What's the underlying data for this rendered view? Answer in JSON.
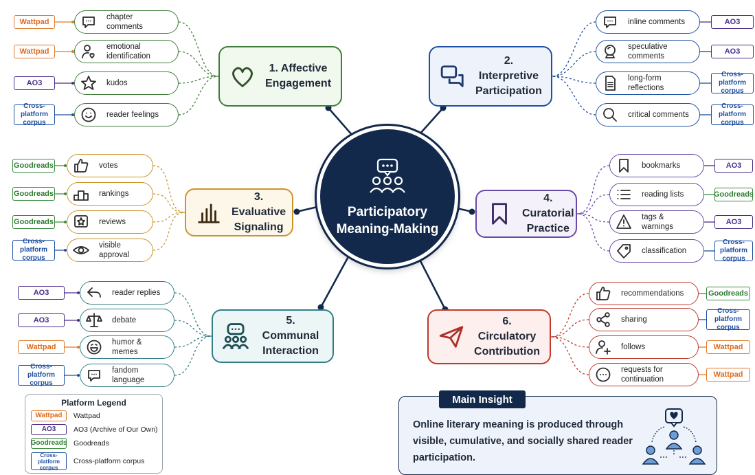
{
  "hub": {
    "title_line1": "Participatory",
    "title_line2": "Meaning-Making",
    "icon": "speech-bubble-people-icon"
  },
  "categories": [
    {
      "id": "c1",
      "line1": "1. Affective",
      "line2": "Engagement",
      "color": "#3f7d3a",
      "bg": "#f1f8ee",
      "icon": "heart-icon"
    },
    {
      "id": "c2",
      "line1": "2. Interpretive",
      "line2": "Participation",
      "color": "#1e4fa0",
      "bg": "#eef3fb",
      "icon": "chat-bubbles-icon"
    },
    {
      "id": "c3",
      "line1": "3. Evaluative",
      "line2": "Signaling",
      "color": "#c9952b",
      "bg": "#fdf7ea",
      "icon": "bar-chart-icon"
    },
    {
      "id": "c4",
      "line1": "4. Curatorial",
      "line2": "Practice",
      "color": "#6a4aa8",
      "bg": "#f5f1fb",
      "icon": "bookmark-icon"
    },
    {
      "id": "c5",
      "line1": "5. Communal",
      "line2": "Interaction",
      "color": "#2f7f86",
      "bg": "#edf6f6",
      "icon": "group-chat-icon"
    },
    {
      "id": "c6",
      "line1": "6. Circulatory",
      "line2": "Contribution",
      "color": "#c0392b",
      "bg": "#fcefee",
      "icon": "paper-plane-icon"
    }
  ],
  "items": {
    "c1": [
      {
        "label": "chapter comments",
        "icon": "comment-icon",
        "platform": "Wattpad"
      },
      {
        "label": "emotional identification",
        "icon": "person-heart-icon",
        "platform": "Wattpad"
      },
      {
        "label": "kudos",
        "icon": "star-icon",
        "platform": "AO3"
      },
      {
        "label": "reader feelings",
        "icon": "smile-icon",
        "platform": "Cross-platform corpus"
      }
    ],
    "c2": [
      {
        "label": "inline comments",
        "icon": "comment-icon",
        "platform": "AO3"
      },
      {
        "label": "speculative comments",
        "icon": "crystal-ball-icon",
        "platform": "AO3"
      },
      {
        "label": "long-form reflections",
        "icon": "document-icon",
        "platform": "Cross-platform corpus"
      },
      {
        "label": "critical comments",
        "icon": "magnifier-icon",
        "platform": "Cross-platform corpus"
      }
    ],
    "c3": [
      {
        "label": "votes",
        "icon": "thumbs-up-icon",
        "platform": "Goodreads"
      },
      {
        "label": "rankings",
        "icon": "podium-icon",
        "platform": "Goodreads"
      },
      {
        "label": "reviews",
        "icon": "review-star-icon",
        "platform": "Goodreads"
      },
      {
        "label": "visible approval",
        "icon": "eye-icon",
        "platform": "Cross-platform corpus"
      }
    ],
    "c4": [
      {
        "label": "bookmarks",
        "icon": "bookmark-icon",
        "platform": "AO3"
      },
      {
        "label": "reading lists",
        "icon": "list-icon",
        "platform": "Goodreads"
      },
      {
        "label": "tags & warnings",
        "icon": "warning-icon",
        "platform": "AO3"
      },
      {
        "label": "classification",
        "icon": "tag-icon",
        "platform": "Cross-platform corpus"
      }
    ],
    "c5": [
      {
        "label": "reader replies",
        "icon": "reply-arrow-icon",
        "platform": "AO3"
      },
      {
        "label": "debate",
        "icon": "scales-icon",
        "platform": "AO3"
      },
      {
        "label": "humor & memes",
        "icon": "laugh-icon",
        "platform": "Wattpad"
      },
      {
        "label": "fandom language",
        "icon": "comment-icon",
        "platform": "Cross-platform corpus"
      }
    ],
    "c6": [
      {
        "label": "recommendations",
        "icon": "thumbs-up-icon",
        "platform": "Goodreads"
      },
      {
        "label": "sharing",
        "icon": "share-icon",
        "platform": "Cross-platform corpus"
      },
      {
        "label": "follows",
        "icon": "add-person-icon",
        "platform": "Wattpad"
      },
      {
        "label": "requests for continuation",
        "icon": "more-icon",
        "platform": "Wattpad"
      }
    ]
  },
  "legend": {
    "title": "Platform Legend",
    "rows": [
      {
        "badge": "Wattpad",
        "text": "Wattpad"
      },
      {
        "badge": "AO3",
        "text": "AO3 (Archive of Our Own)"
      },
      {
        "badge": "Goodreads",
        "text": "Goodreads"
      },
      {
        "badge": "Cross-platform corpus",
        "text": "Cross-platform corpus"
      }
    ]
  },
  "insight": {
    "heading": "Main Insight",
    "text": "Online literary meaning is produced through visible, cumulative, and socially shared reader participation.",
    "icon": "community-heart-icon"
  },
  "colors": {
    "navy": "#13294b",
    "wattpad": "#e06a1b",
    "ao3": "#4b2d8a",
    "goodreads": "#2e7d32",
    "cross": "#1e4fa0"
  }
}
